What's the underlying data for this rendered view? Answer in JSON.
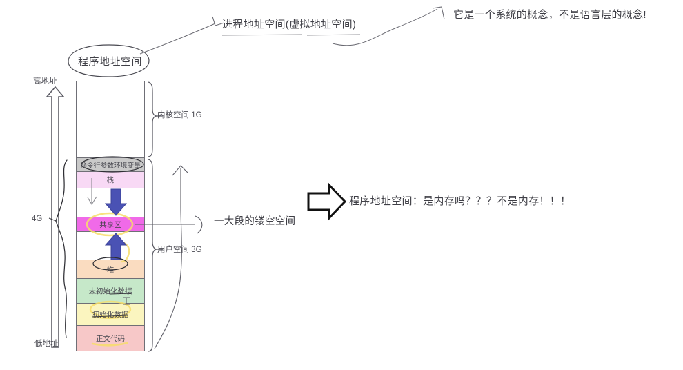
{
  "diagram": {
    "title_bubble": "程序地址空间",
    "annotations": {
      "top_center": "进程地址空间(虚拟地址空间)",
      "top_right": "它是一个系统的概念，不是语言层的概念!",
      "hollow_space": "一大段的镂空空间",
      "question": "程序地址空间：是内存吗？？？不是内存！！！"
    },
    "axis": {
      "high_address": "高地址",
      "low_address": "低地址",
      "total_size": "4G"
    },
    "braces": {
      "kernel": "内核空间 1G",
      "user": "用户空间 3G"
    },
    "segments": [
      {
        "key": "kernel",
        "label": "",
        "color": "#ffffff"
      },
      {
        "key": "cmdargs",
        "label": "命令行参数环境变量",
        "color": "#c9c9c9"
      },
      {
        "key": "stack",
        "label": "栈",
        "color": "#f8d9f5"
      },
      {
        "key": "gap-top",
        "label": "",
        "color": "#ffffff"
      },
      {
        "key": "shared",
        "label": "共享区",
        "color": "#f06ae8"
      },
      {
        "key": "gap-bot",
        "label": "",
        "color": "#ffffff"
      },
      {
        "key": "heap",
        "label": "堆",
        "color": "#fadcc0"
      },
      {
        "key": "bss",
        "label": "未初始化数据",
        "color": "#c6e8c9"
      },
      {
        "key": "data",
        "label": "初始化数据",
        "color": "#fbf5bf"
      },
      {
        "key": "text",
        "label": "正文代码",
        "color": "#f7c8c8"
      }
    ],
    "colors": {
      "arrow_blue": "#4a52b4",
      "ink": "#4a4a52",
      "highlighter": "#f5d547",
      "outline": "#6f6f76"
    }
  }
}
